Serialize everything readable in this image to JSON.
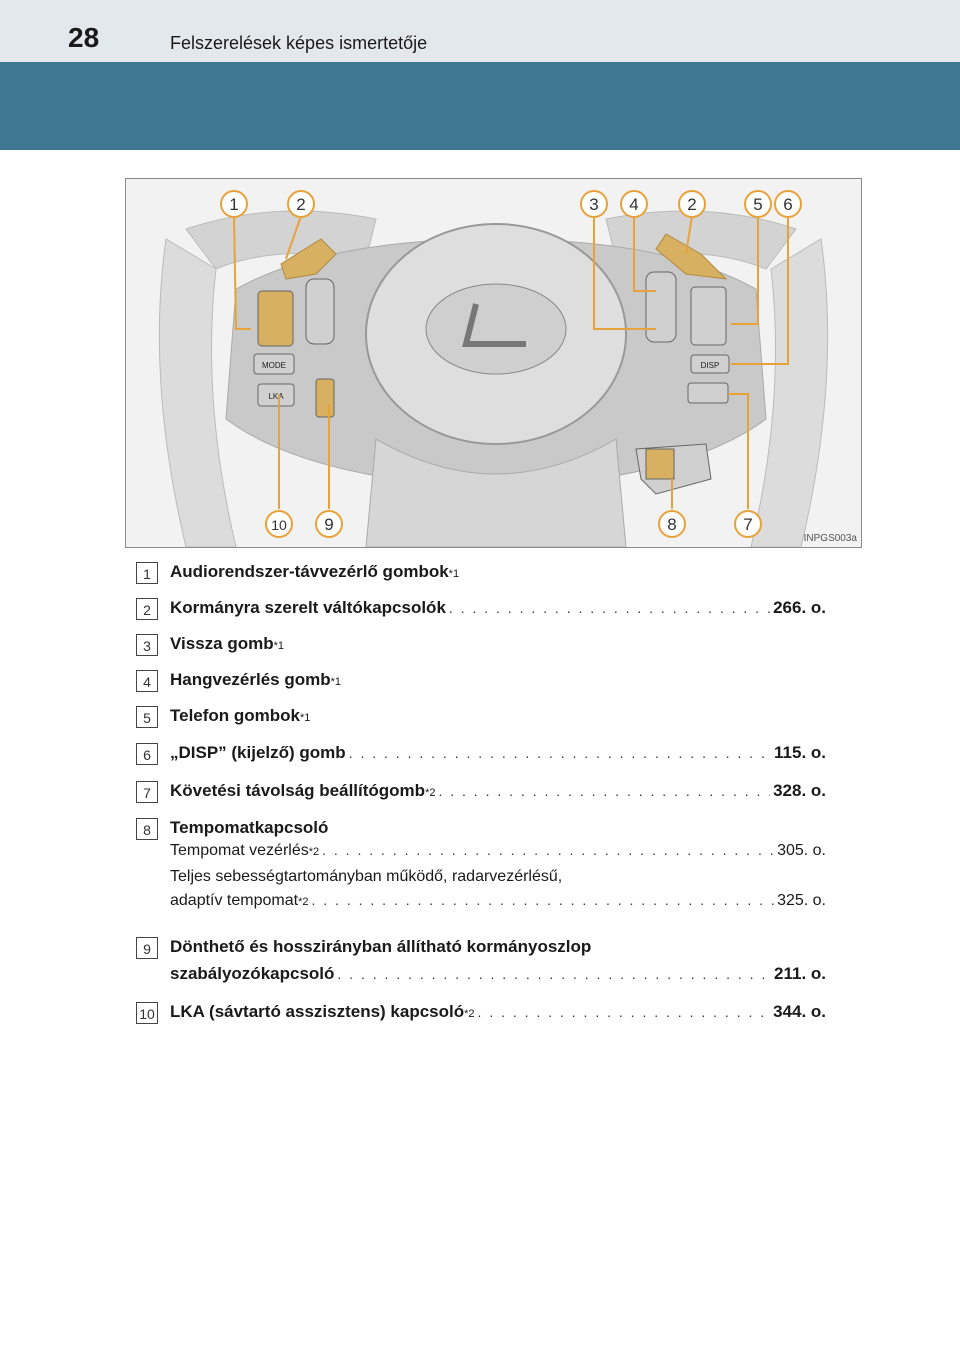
{
  "header": {
    "page_number": "28",
    "chapter_title": "Felszerelések képes ismertetője"
  },
  "figure": {
    "code": "INPGS003a",
    "callouts": [
      "1",
      "2",
      "3",
      "4",
      "2",
      "5",
      "6",
      "10",
      "9",
      "8",
      "7"
    ],
    "button_labels": {
      "mode": "MODE",
      "lka": "LKA",
      "disp": "DISP"
    }
  },
  "items": [
    {
      "num": "1",
      "text": "Audiorendszer-távvezérlő gombok",
      "sup": "*1"
    },
    {
      "num": "2",
      "text": "Kormányra szerelt váltókapcsolók",
      "page": "266. o."
    },
    {
      "num": "3",
      "text": "Vissza gomb",
      "sup": "*1"
    },
    {
      "num": "4",
      "text": "Hangvezérlés gomb",
      "sup": "*1"
    },
    {
      "num": "5",
      "text": "Telefon gombok",
      "sup": "*1"
    },
    {
      "num": "6",
      "text": "„DISP” (kijelző) gomb",
      "page": "115. o."
    },
    {
      "num": "7",
      "text": "Követési távolság beállítógomb",
      "sup": "*2",
      "page": "328. o."
    },
    {
      "num": "8",
      "text": "Tempomatkapcsoló",
      "sub1_text": "Tempomat vezérlés",
      "sub1_sup": "*2",
      "sub1_page": "305. o.",
      "sub2_line1": "Teljes sebességtartományban működő, radarvezérlésű,",
      "sub2_text": "adaptív tempomat",
      "sub2_sup": "*2",
      "sub2_page": "325. o."
    },
    {
      "num": "9",
      "line1": "Dönthető és hosszirányban állítható kormányoszlop",
      "text": "szabályozókapcsoló",
      "page": "211. o."
    },
    {
      "num": "10",
      "text": "LKA (sávtartó asszisztens) kapcsoló",
      "sup": "*2",
      "page": "344. o."
    }
  ]
}
